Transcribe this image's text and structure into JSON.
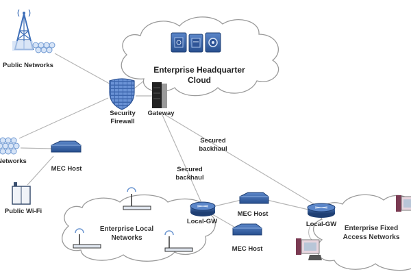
{
  "diagram": {
    "title": "Enterprise MEC network topology",
    "nodes": {
      "public_networks": "Public Networks",
      "networks_left": "Networks",
      "security_firewall_line1": "Security",
      "security_firewall_line2": "Firewall",
      "gateway": "Gateway",
      "hq_cloud_line1": "Enterprise Headquarter",
      "hq_cloud_line2": "Cloud",
      "mec_host_left": "MEC Host",
      "public_wifi": "Public Wi-Fi",
      "secured_backhaul_1_line1": "Secured",
      "secured_backhaul_1_line2": "backhaul",
      "secured_backhaul_2_line1": "Secured",
      "secured_backhaul_2_line2": "backhaul",
      "local_networks_line1": "Enterprise Local",
      "local_networks_line2": "Networks",
      "local_gw_left": "Local-GW",
      "mec_host_mid_top": "MEC Host",
      "mec_host_mid_bottom": "MEC Host",
      "local_gw_right": "Local-GW",
      "fixed_access_line1": "Enterprise Fixed",
      "fixed_access_line2": "Access Networks"
    },
    "icons": [
      "cell-tower-icon",
      "network-mesh-icon",
      "firewall-shield-icon",
      "server-rack-icon",
      "app-tile-icon",
      "mec-host-box-icon",
      "wifi-access-point-icon",
      "router-icon",
      "wireless-router-icon",
      "desktop-pc-icon"
    ],
    "colors": {
      "device_blue": "#2f5597",
      "device_blue_light": "#5b86c9",
      "line_gray": "#b0b0b0",
      "cloud_stroke": "#9a9a9a"
    }
  }
}
